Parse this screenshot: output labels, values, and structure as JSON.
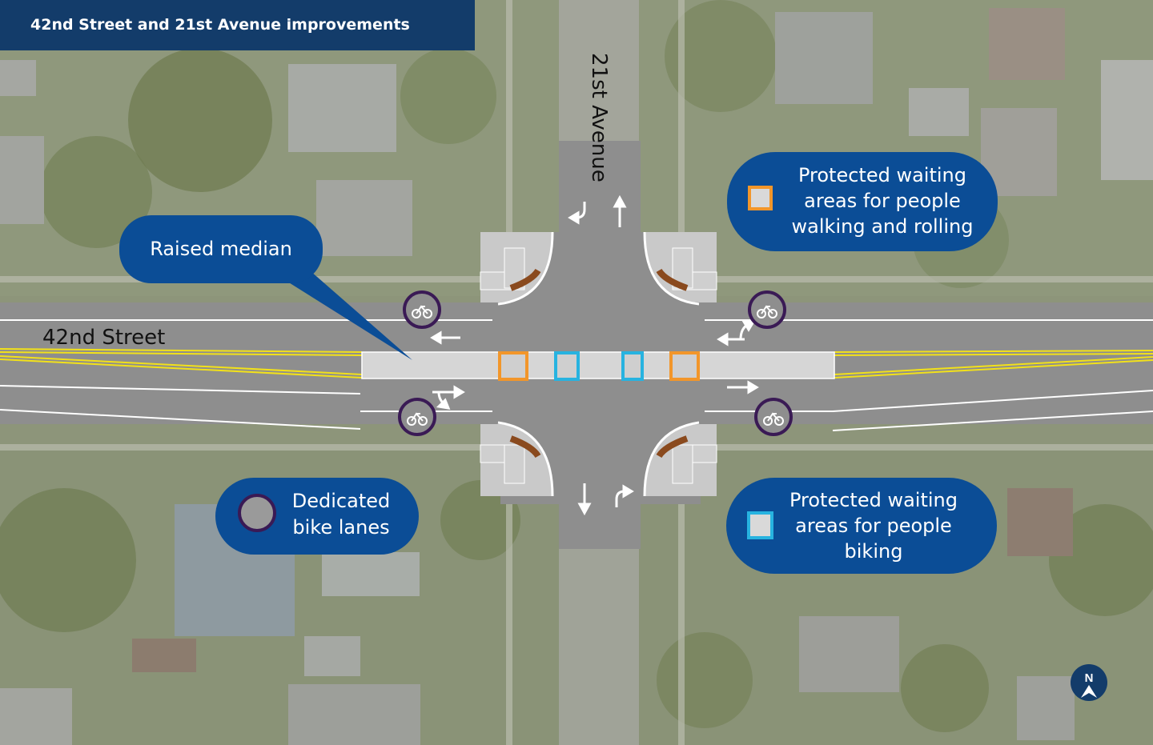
{
  "title": "42nd Street and 21st Avenue improvements",
  "streets": {
    "east_west": "42nd Street",
    "north_south": "21st Avenue"
  },
  "callouts": {
    "raised_median": "Raised median",
    "walking_areas": "Protected waiting areas for people walking and rolling",
    "biking_areas": "Protected waiting areas for people biking",
    "bike_lanes": "Dedicated bike lanes"
  },
  "compass_label": "N",
  "colors": {
    "title_bar": "#133c6a",
    "callout": "#0b4d96",
    "walking_area_outline": "#f2962a",
    "biking_area_outline": "#27b3e0",
    "bike_lane_marker": "#3a1a55",
    "median": "#d6d6d6",
    "road": "#8e8e8e",
    "center_line": "#f2e11a",
    "planter": "#8a4a1e"
  }
}
